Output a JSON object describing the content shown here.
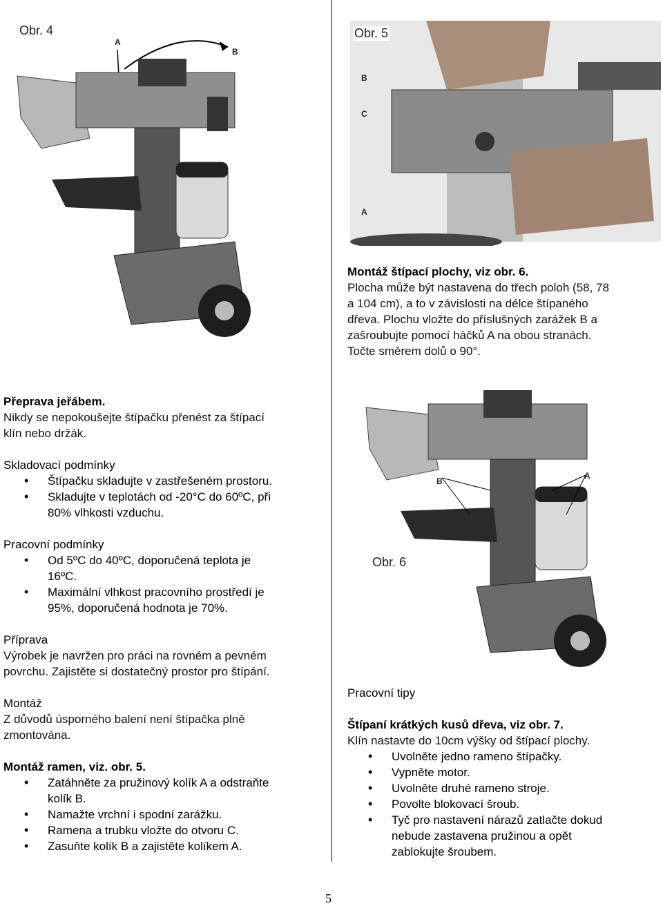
{
  "figures": {
    "obr4": {
      "label": "Obr. 4",
      "marker_a": "A",
      "marker_b": "B"
    },
    "obr5": {
      "label": "Obr. 5",
      "marker_a": "A",
      "marker_b": "B",
      "marker_c": "C"
    },
    "obr6": {
      "label": "Obr. 6",
      "marker_a": "A",
      "marker_b": "B"
    }
  },
  "right_top": {
    "title": "Montáž štípací plochy, viz obr. 6.",
    "lines": [
      "Plocha může být nastavena do třech poloh (58, 78",
      "a 104 cm), a to v závislosti na délce štípaného",
      "dřeva. Plochu vložte do příslušných zarážek B a",
      "zašroubujte pomocí háčků A na obou stranách.",
      "Točte směrem dolů o 90°."
    ]
  },
  "left": {
    "transport_title": "Přeprava jeřábem.",
    "transport_lines": [
      "Nikdy se nepokoušejte štípačku přenést za štípací",
      "klín nebo držák."
    ],
    "storage_title": "Skladovací podmínky",
    "storage_items": [
      [
        "Štípačku skladujte v zastřešeném prostoru."
      ],
      [
        "Skladujte v teplotách od -20°C  do 60ºC, při",
        "80% vlhkosti vzduchu."
      ]
    ],
    "work_title": "Pracovní podmínky",
    "work_items": [
      [
        "Od 5ºC do 40ºC, doporučená teplota je",
        "16ºC."
      ],
      [
        "Maximální vlhkost pracovního prostředí je",
        "95%, doporučená hodnota je 70%."
      ]
    ],
    "prep_title": "Příprava",
    "prep_lines": [
      "Výrobek je navržen pro práci na rovném a pevném",
      "povrchu. Zajistěte si dostatečný prostor pro štípání."
    ],
    "assembly_title": "Montáž",
    "assembly_lines": [
      "Z důvodů úsporného balení není štípačka plně",
      "zmontována."
    ],
    "arms_title": "Montáž ramen, viz. obr. 5.",
    "arms_items": [
      [
        "Zatáhněte za pružinový kolík A a odstraňte",
        "kolík B."
      ],
      [
        "Namažte vrchní i spodní zarážku."
      ],
      [
        "Ramena a trubku vložte do otvoru C."
      ],
      [
        "Zasuňte kolík B a zajistěte kolíkem A."
      ]
    ]
  },
  "right_bottom": {
    "tips_title": "Pracovní tipy",
    "short_title": "Štípaní krátkých kusů dřeva, viz obr. 7.",
    "short_line": "Klín nastavte do 10cm výšky od štípací plochy.",
    "items": [
      [
        "Uvolněte jedno rameno štípačky."
      ],
      [
        "Vypněte motor."
      ],
      [
        "Uvolněte druhé rameno stroje."
      ],
      [
        "Povolte blokovací šroub."
      ],
      [
        "Tyč pro nastavení nárazů zatlačte dokud",
        "nebude zastavena pružinou a opět",
        "zablokujte šroubem."
      ]
    ]
  },
  "page_number": "5"
}
